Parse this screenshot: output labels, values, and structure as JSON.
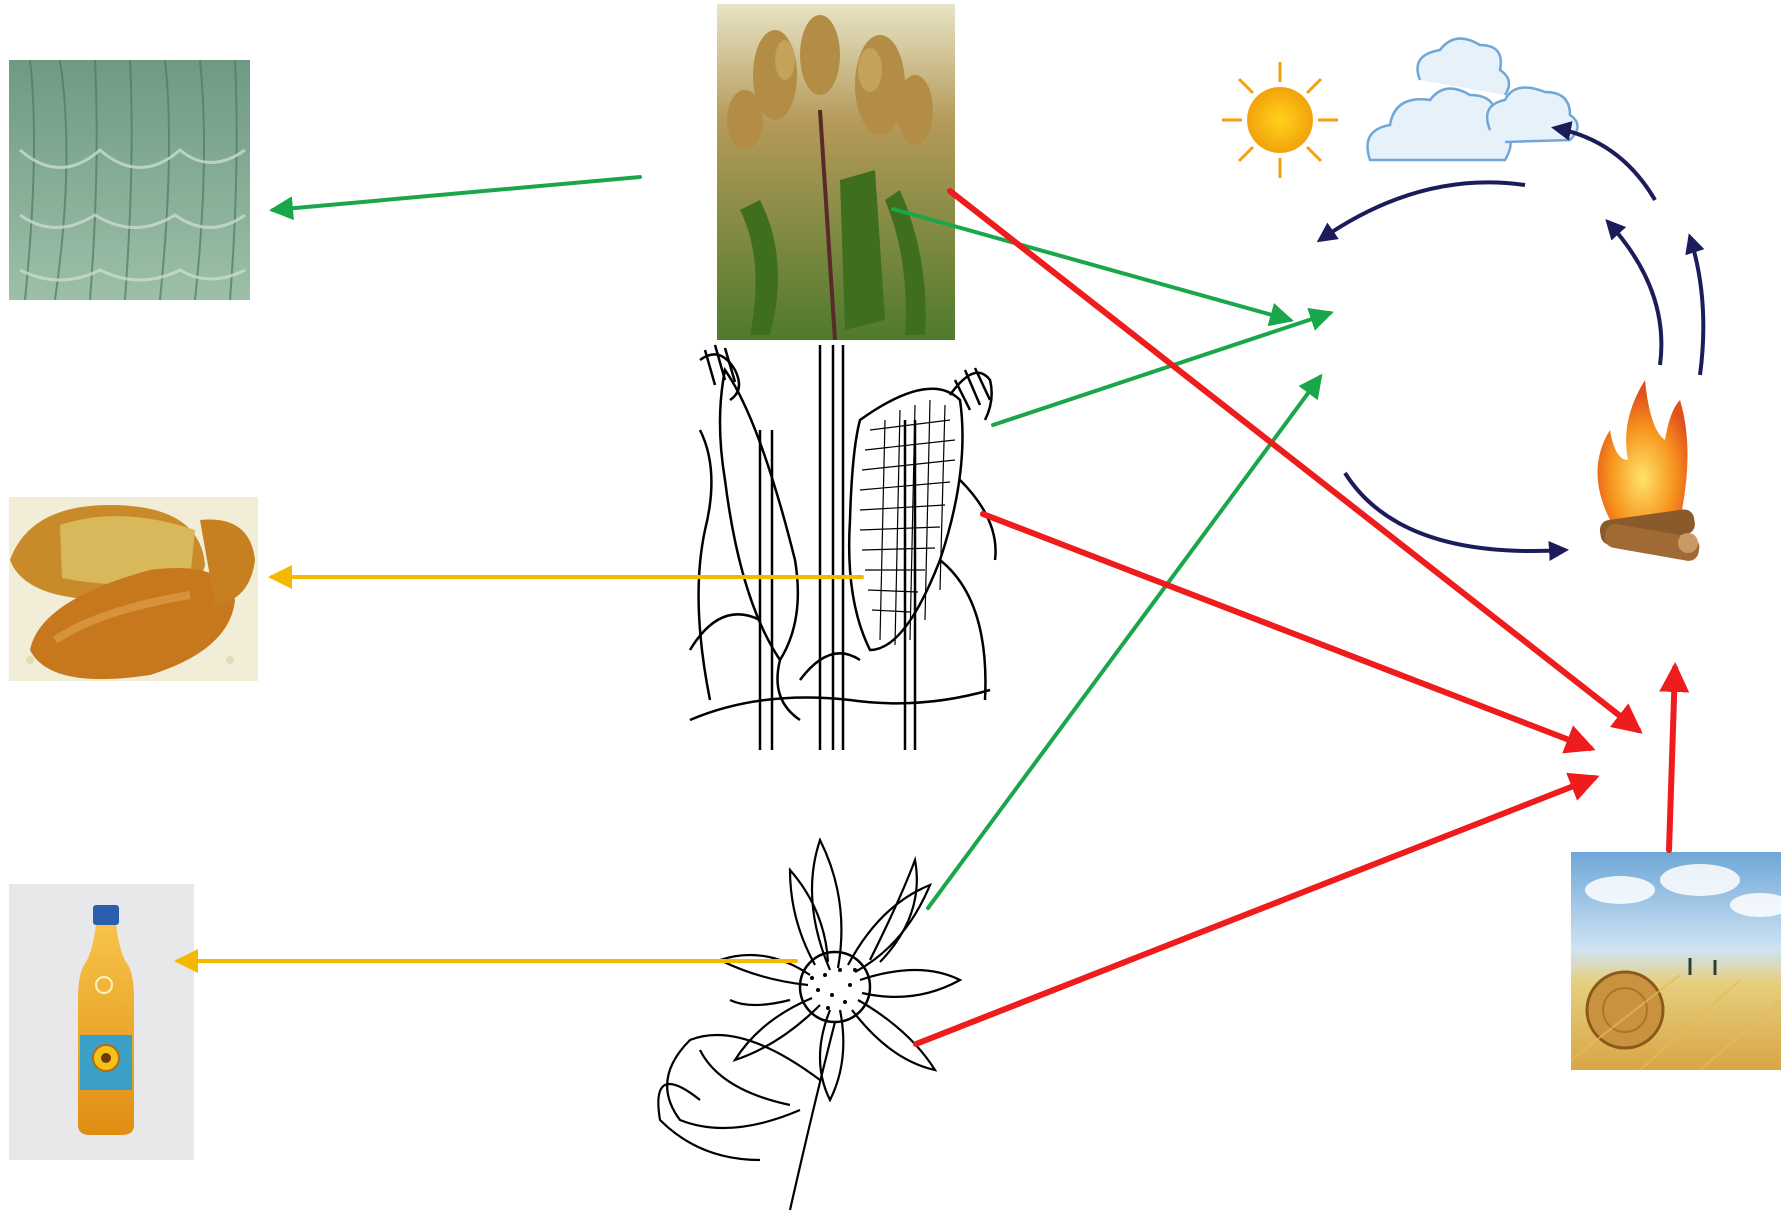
{
  "items": {
    "broom": {
      "name": "sorghum-broom-bundle-image"
    },
    "bread": {
      "name": "bread-loaves-image"
    },
    "oil": {
      "name": "sunflower-oil-bottle-image"
    },
    "sorghum": {
      "name": "sorghum-plant-image"
    },
    "corn": {
      "name": "corn-plant-illustration"
    },
    "sunflower": {
      "name": "sunflower-illustration"
    },
    "cycle": {
      "name": "sun-cloud-fire-cycle-image"
    },
    "field": {
      "name": "hay-bale-field-image"
    }
  },
  "connections": [
    {
      "from": "sorghum",
      "to": "broom",
      "color": "#1aa64a"
    },
    {
      "from": "corn",
      "to": "bread",
      "color": "#f5b800"
    },
    {
      "from": "sunflower",
      "to": "oil",
      "color": "#f5b800"
    },
    {
      "from": "sorghum",
      "to": "cycle",
      "color": "#1aa64a"
    },
    {
      "from": "corn",
      "to": "cycle",
      "color": "#1aa64a"
    },
    {
      "from": "sunflower",
      "to": "cycle",
      "color": "#1aa64a"
    },
    {
      "from": "sorghum",
      "to": "field",
      "color": "#ee1c1c"
    },
    {
      "from": "corn",
      "to": "field",
      "color": "#ee1c1c"
    },
    {
      "from": "sunflower",
      "to": "field",
      "color": "#ee1c1c"
    },
    {
      "from": "field",
      "to": "cycle",
      "color": "#ee1c1c"
    }
  ],
  "colors": {
    "green": "#1aa64a",
    "yellow": "#f5b800",
    "red": "#ee1c1c",
    "cycle_arrow": "#1c1c5a"
  }
}
